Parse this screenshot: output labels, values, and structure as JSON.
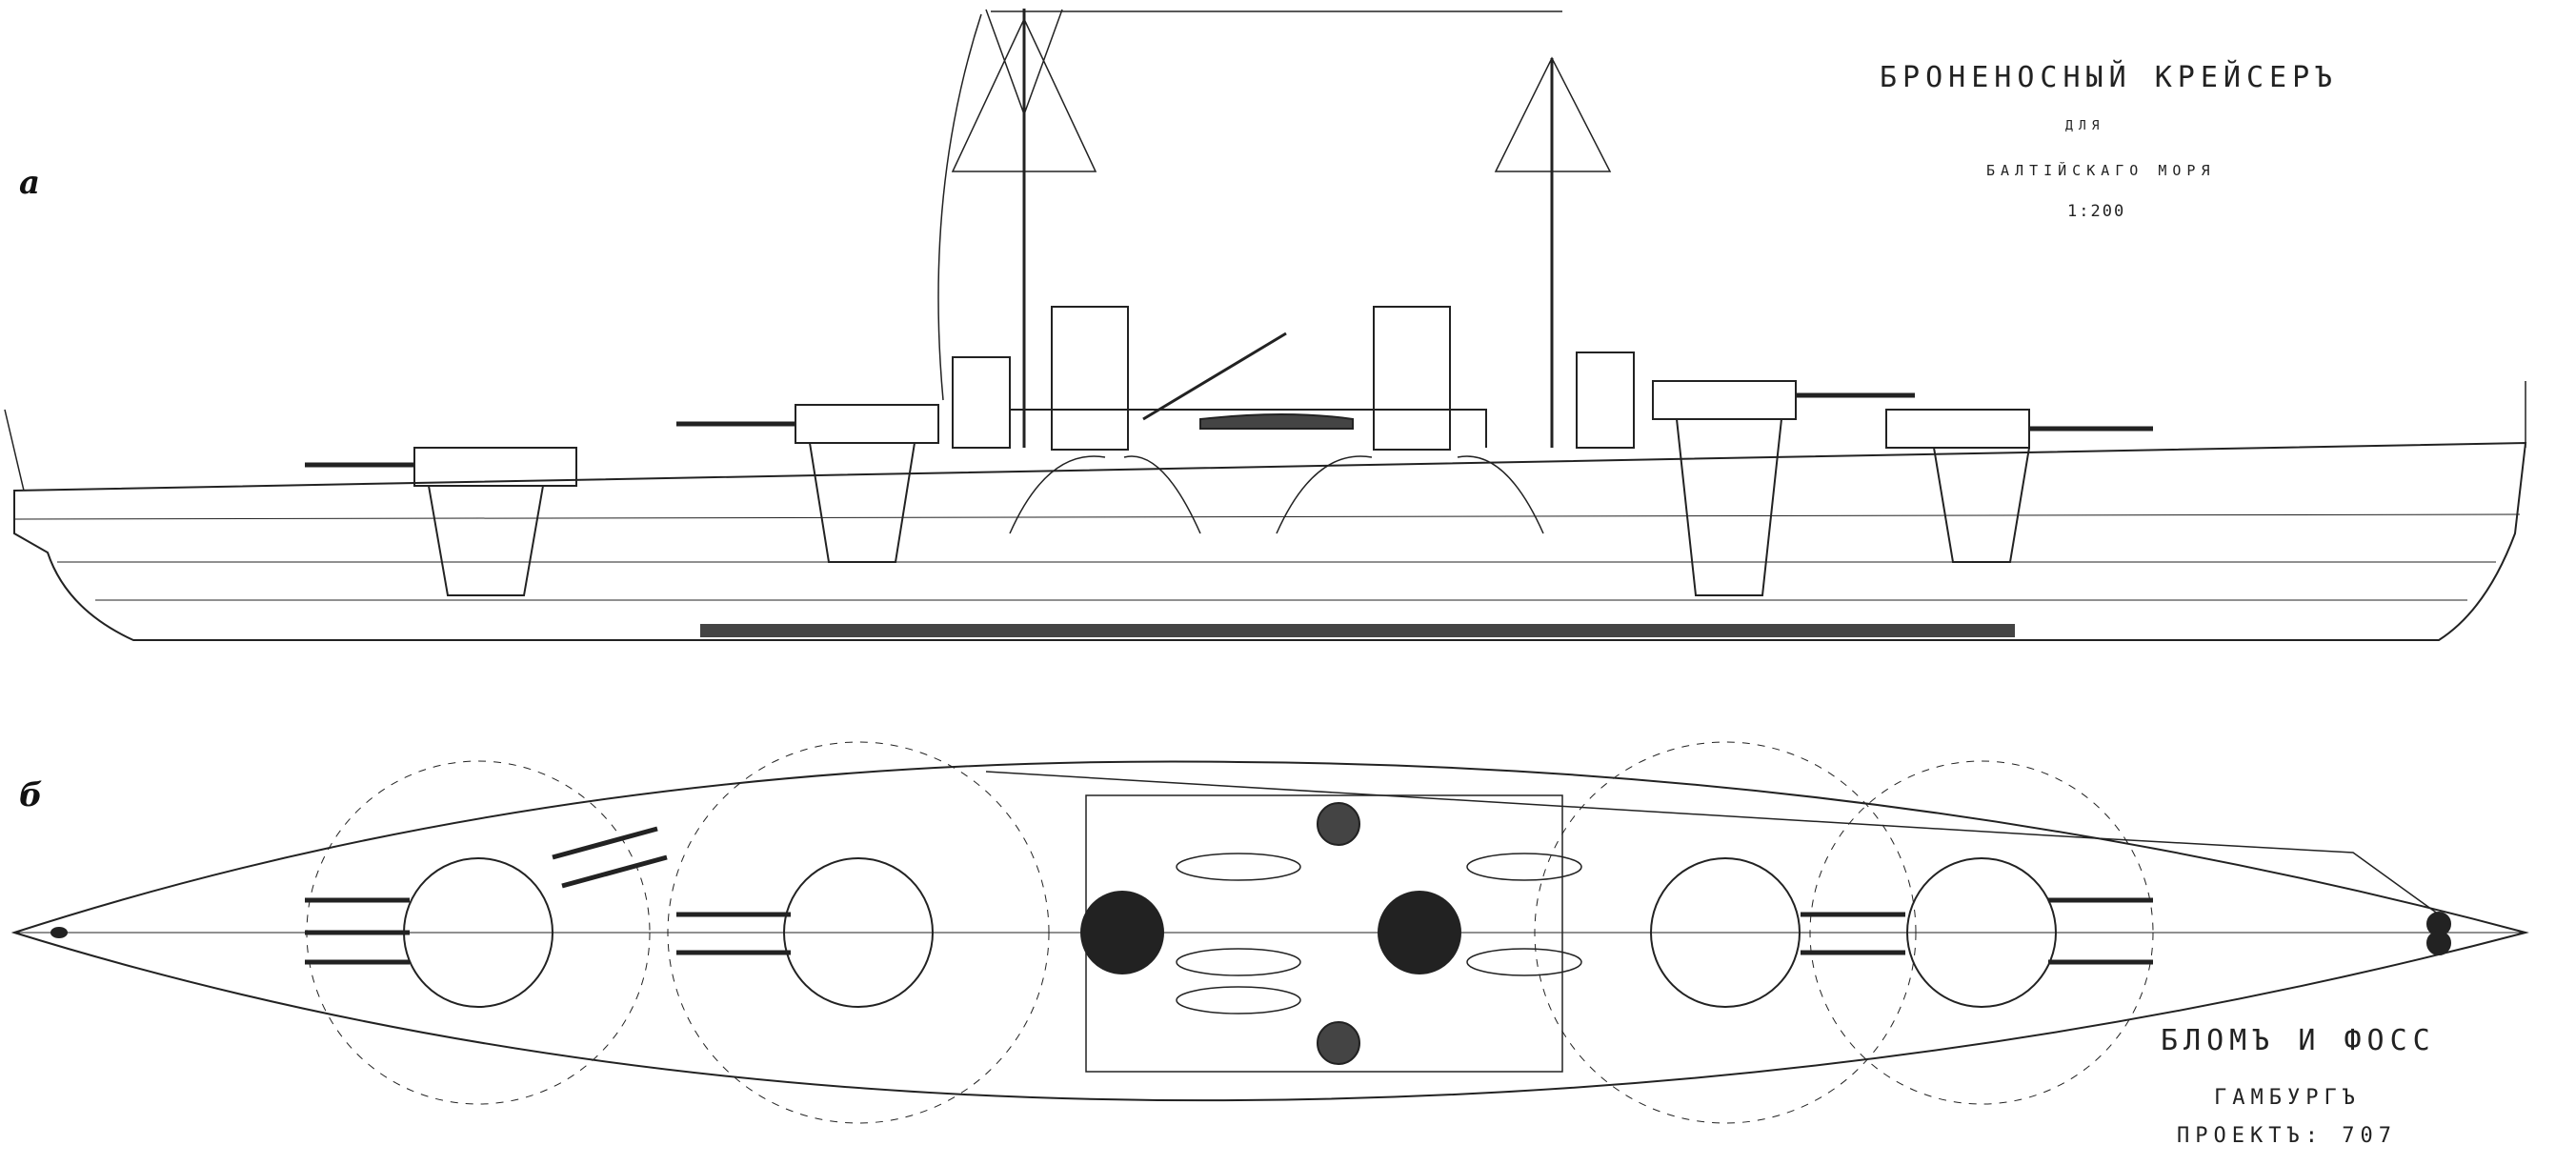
{
  "labels": {
    "side_view": "а",
    "plan_view": "б"
  },
  "title": {
    "line1": "БРОНЕНОСНЫЙ КРЕЙСЕРЪ",
    "line2": "ДЛЯ",
    "line3": "БАЛТІЙСКАГО МОРЯ",
    "scale": "1:200"
  },
  "builder": {
    "name": "БЛОМЪ И ФОСС",
    "city": "ГАМБУРГЪ",
    "project": "ПРОЕКТЪ: 707"
  },
  "colors": {
    "ink": "#222222",
    "paper": "#ffffff"
  }
}
